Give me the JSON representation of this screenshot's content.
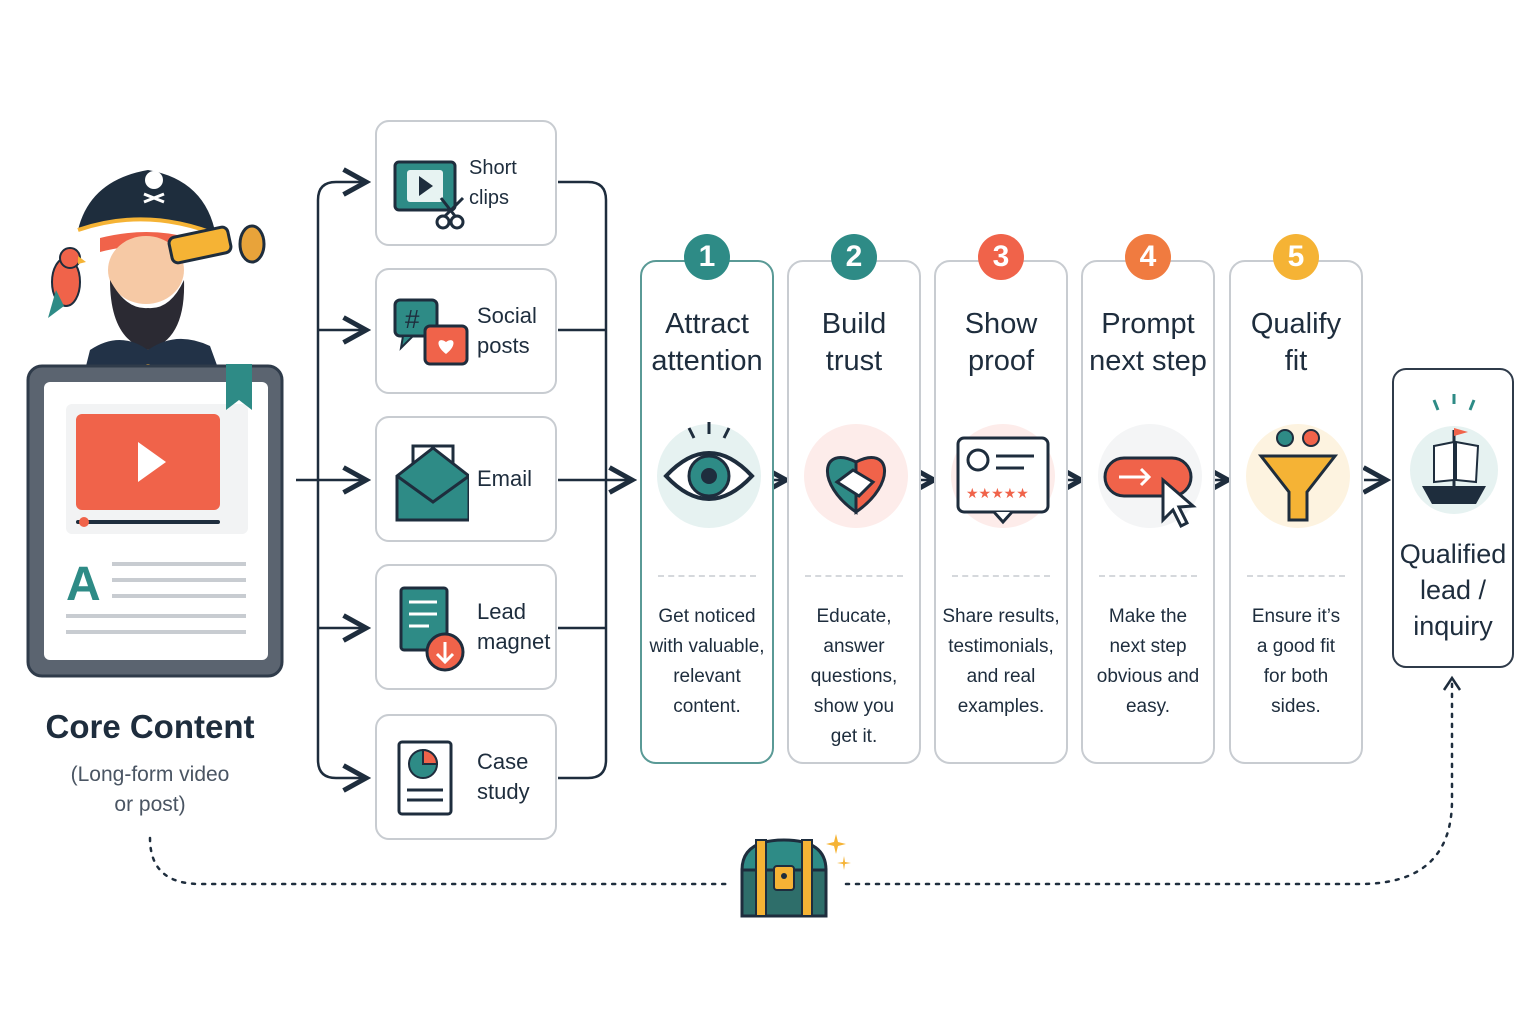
{
  "colors": {
    "teal": "#2e8b86",
    "dark_navy": "#1e2d3d",
    "coral": "#f0634a",
    "orange": "#f07b40",
    "yellow": "#f5b335",
    "light_border": "#c8ccd1"
  },
  "source": {
    "title": "Core Content",
    "subtitle_line1": "(Long-form video",
    "subtitle_line2": "or post)",
    "icon": "content-document-icon",
    "mascot": "pirate-with-telescope-illustration"
  },
  "channels": [
    {
      "label_line1": "Short clips",
      "label_line2": "",
      "icon": "video-clip-scissors-icon"
    },
    {
      "label_line1": "Social",
      "label_line2": "posts",
      "icon": "social-chat-icon"
    },
    {
      "label_line1": "Email",
      "label_line2": "",
      "icon": "envelope-icon"
    },
    {
      "label_line1": "Lead",
      "label_line2": "magnet",
      "icon": "download-document-icon"
    },
    {
      "label_line1": "Case",
      "label_line2": "study",
      "icon": "report-pie-icon"
    }
  ],
  "steps": [
    {
      "number": "1",
      "title_line1": "Attract",
      "title_line2": "attention",
      "desc_lines": [
        "Get noticed",
        "with valuable,",
        "relevant",
        "content."
      ],
      "color": "#2e8b86",
      "icon": "eye-icon"
    },
    {
      "number": "2",
      "title_line1": "Build",
      "title_line2": "trust",
      "desc_lines": [
        "Educate,",
        "answer",
        "questions,",
        "show you",
        "get it."
      ],
      "color": "#2e8b86",
      "icon": "heart-handshake-icon"
    },
    {
      "number": "3",
      "title_line1": "Show",
      "title_line2": "proof",
      "desc_lines": [
        "Share results,",
        "testimonials,",
        "and real",
        "examples."
      ],
      "color": "#f0634a",
      "icon": "testimonial-card-icon"
    },
    {
      "number": "4",
      "title_line1": "Prompt",
      "title_line2": "next step",
      "desc_lines": [
        "Make the",
        "next step",
        "obvious and",
        "easy."
      ],
      "color": "#f07b40",
      "icon": "cta-button-cursor-icon"
    },
    {
      "number": "5",
      "title_line1": "Qualify",
      "title_line2": "fit",
      "desc_lines": [
        "Ensure it’s",
        "a good fit",
        "for both",
        "sides."
      ],
      "color": "#f5b335",
      "icon": "funnel-icon"
    }
  ],
  "result": {
    "label_lines": [
      "Qualified",
      "lead /",
      "inquiry"
    ],
    "icon": "ship-icon"
  },
  "loop": {
    "icon": "treasure-chest-icon"
  }
}
